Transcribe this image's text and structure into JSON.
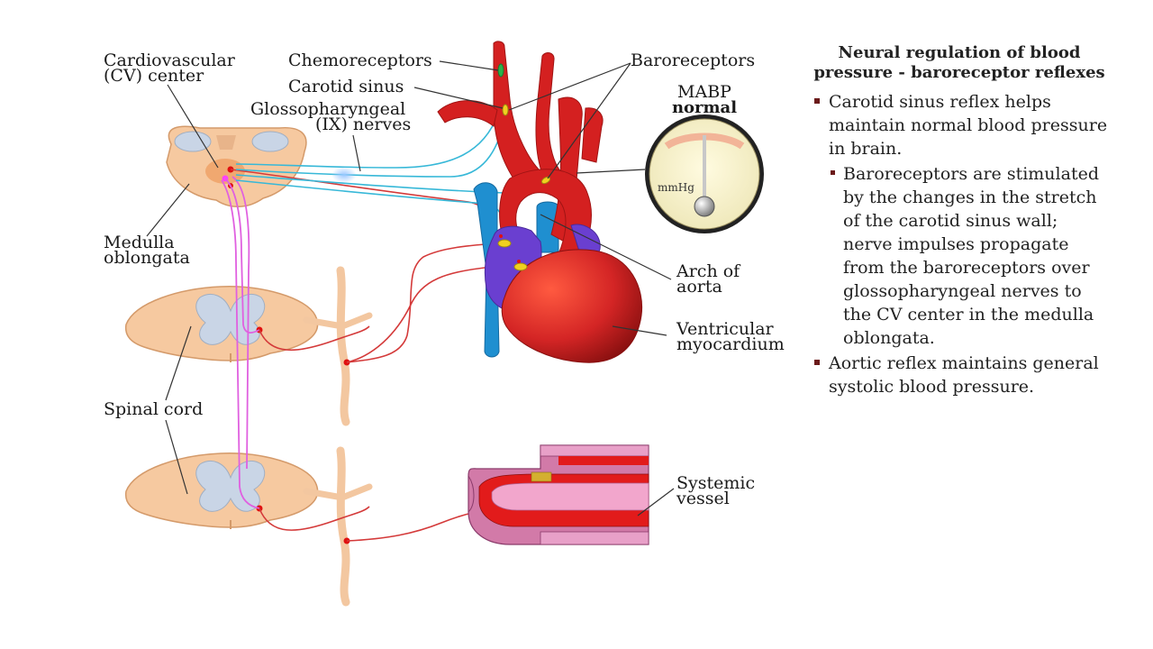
{
  "labels": {
    "cv_center": [
      "Cardiovascular",
      "(CV) center"
    ],
    "chemoreceptors": "Chemoreceptors",
    "carotid_sinus": "Carotid sinus",
    "glossopharyngeal": [
      "Glossopharyngeal",
      "(IX) nerves"
    ],
    "baroreceptors": "Baroreceptors",
    "medulla": [
      "Medulla",
      "oblongata"
    ],
    "arch_of_aorta": [
      "Arch of",
      "aorta"
    ],
    "ventricular": [
      "Ventricular",
      "myocardium"
    ],
    "spinal_cord": "Spinal cord",
    "systemic_vessel": [
      "Systemic",
      "vessel"
    ]
  },
  "gauge": {
    "title": "MABP",
    "state": "normal",
    "unit": "mmHg"
  },
  "panel": {
    "title": "Neural regulation of blood pressure - baroreceptor reflexes",
    "bullets": [
      {
        "level": 1,
        "text": "Carotid sinus reflex helps maintain normal blood pressure in brain."
      },
      {
        "level": 2,
        "text": "Baroreceptors are stimulated by the changes in the stretch of the carotid sinus wall; nerve impulses propagate from the baroreceptors over glossopharyngeal nerves to the CV center in the medulla oblongata."
      },
      {
        "level": 1,
        "text": "Aortic reflex maintains general systolic blood pressure."
      }
    ]
  },
  "colors": {
    "artery": "#d42020",
    "vein": "#1f8fd0",
    "heart_atria": "#6a3fd0",
    "spinal_tissue": "#f6c9a0",
    "grey_matter": "#c9d5e6",
    "sensory_nerve": "#37b8d8",
    "motor_nerve": "#d43a3a",
    "spinal_tract": "#e060e0",
    "bullet_marker": "#6b1a1a"
  }
}
